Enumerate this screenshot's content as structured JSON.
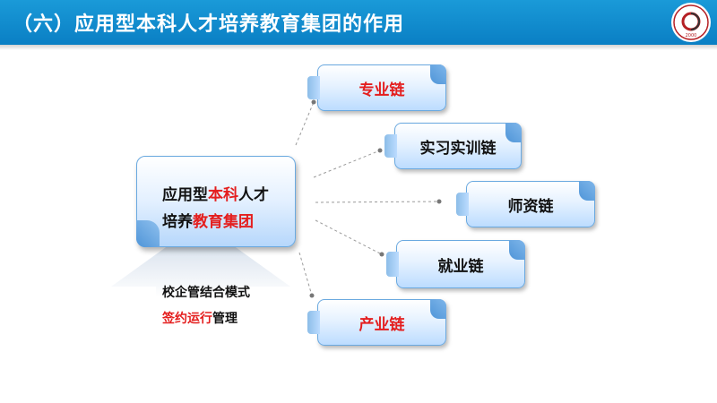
{
  "header": {
    "title": "（六）应用型本科人才培养教育集团的作用",
    "logo_text": "2000"
  },
  "center": {
    "line1_pre": "应用型",
    "line1_red": "本科",
    "line1_post": "人才",
    "line2_pre": "培养",
    "line2_red": "教育集团"
  },
  "mgmt": {
    "line1": "校企管结合模式",
    "line2_red": "签约运行",
    "line2_post": "管理"
  },
  "chains": [
    {
      "label": "专业链",
      "color": "#e41e1e"
    },
    {
      "label": "实习实训链",
      "color": "#111111"
    },
    {
      "label": "师资链",
      "color": "#111111"
    },
    {
      "label": "就业链",
      "color": "#111111"
    },
    {
      "label": "产业链",
      "color": "#e41e1e"
    }
  ],
  "colors": {
    "header": "#0a7fc4",
    "accent_red": "#e41e1e",
    "card_border": "#6aa9e0"
  }
}
